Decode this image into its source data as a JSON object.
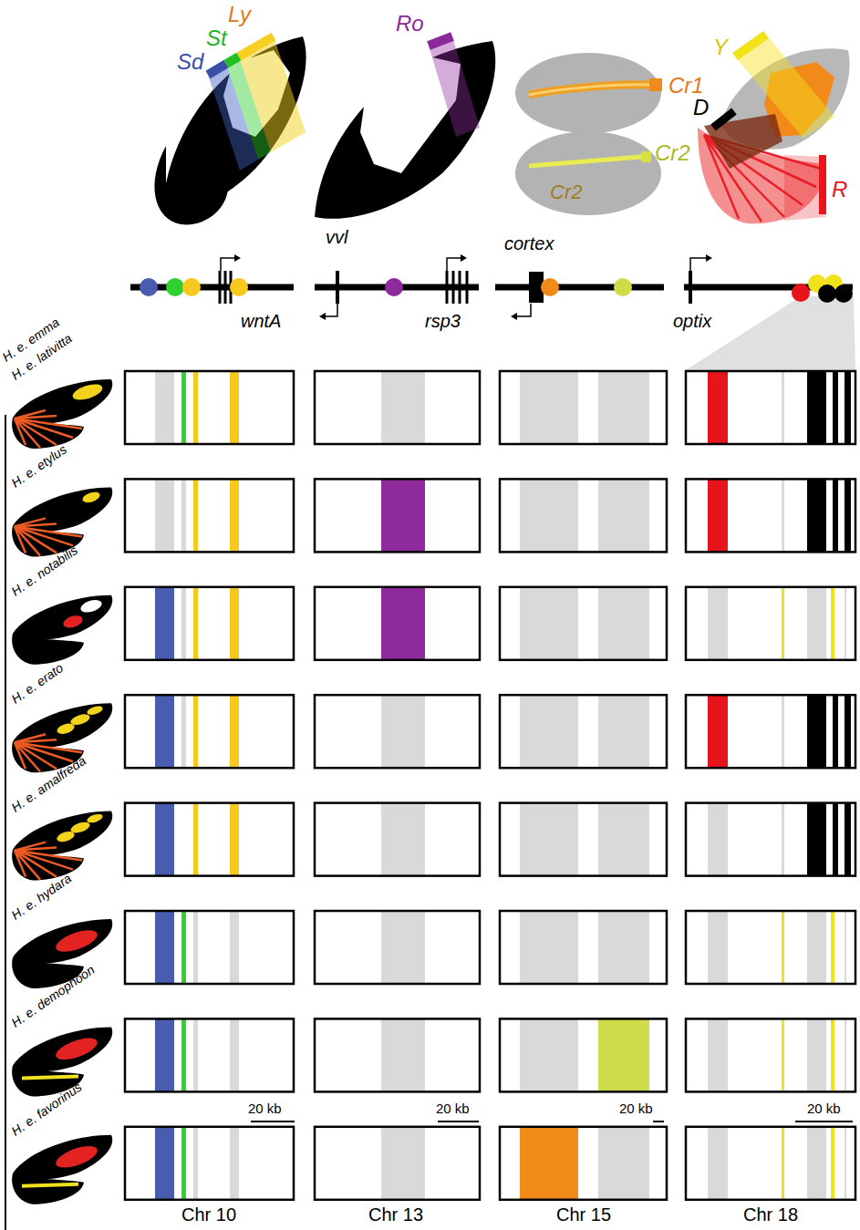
{
  "diagram": {
    "labels": [
      "Sd",
      "St",
      "Ly",
      "Ro",
      "Cr1",
      "Cr2",
      "Cr2",
      "Y",
      "D",
      "R",
      "vvl",
      "cortex",
      "wntA",
      "rsp3",
      "optix",
      "H. e. emma",
      "H. e. lativitta",
      "H. e. etylus",
      "H. e. notabilis",
      "H. e. erato",
      "H. e. amalfreda",
      "H. e. hydara",
      "H. e. demophoon",
      "H. e. favorinus",
      "20 kb",
      "20 kb",
      "20 kb",
      "20 kb",
      "Chr 10",
      "Chr 13",
      "Chr 15",
      "Chr 18"
    ]
  }
}
